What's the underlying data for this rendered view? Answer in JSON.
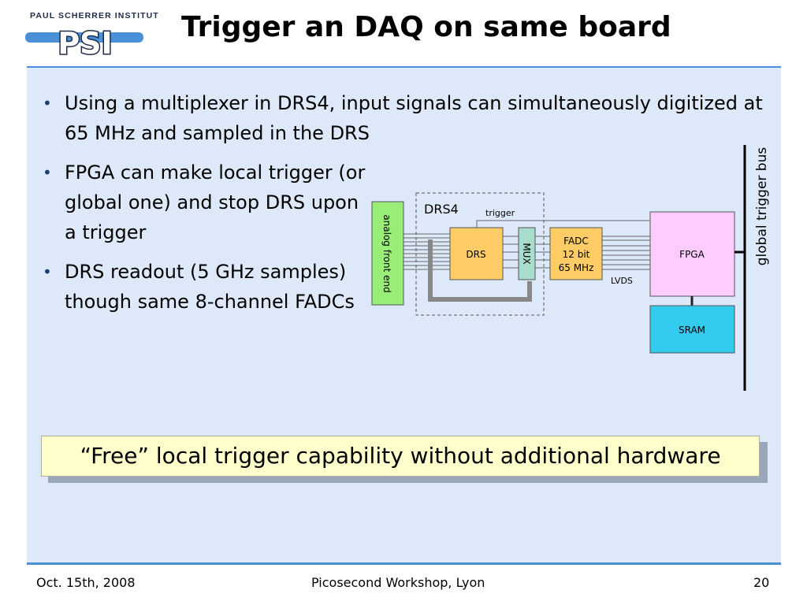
{
  "logo": {
    "institute": "PAUL SCHERRER INSTITUT",
    "mark": "PSI"
  },
  "title": "Trigger an DAQ on same board",
  "bullets": [
    "Using a multiplexer in DRS4, input signals can simultaneously digitized at 65 MHz and sampled in the DRS",
    "FPGA can make local trigger (or global one) and stop DRS upon a trigger",
    "DRS readout (5 GHz samples) though same 8-channel FADCs"
  ],
  "diagram": {
    "front_end": "analog front end",
    "drs4_box": "DRS4",
    "trigger": "trigger",
    "drs": "DRS",
    "mux": "MUX",
    "fadc_line1": "FADC",
    "fadc_line2": "12 bit",
    "fadc_line3": "65 MHz",
    "lvds": "LVDS",
    "fpga": "FPGA",
    "sram": "SRAM",
    "bus": "global trigger bus"
  },
  "callout": "“Free” local trigger capability without additional hardware",
  "footer": {
    "date": "Oct. 15th, 2008",
    "event": "Picosecond Workshop, Lyon",
    "page": "20"
  },
  "colors": {
    "accent": "#4a90d9",
    "content_bg": "#dde9f8",
    "front_end": "#99ee77",
    "drs": "#ffcc66",
    "mux": "#a8dccd",
    "fadc": "#ffcc66",
    "fpga": "#ffccff",
    "sram": "#33ccee",
    "callout_bg": "#ffffcc"
  }
}
